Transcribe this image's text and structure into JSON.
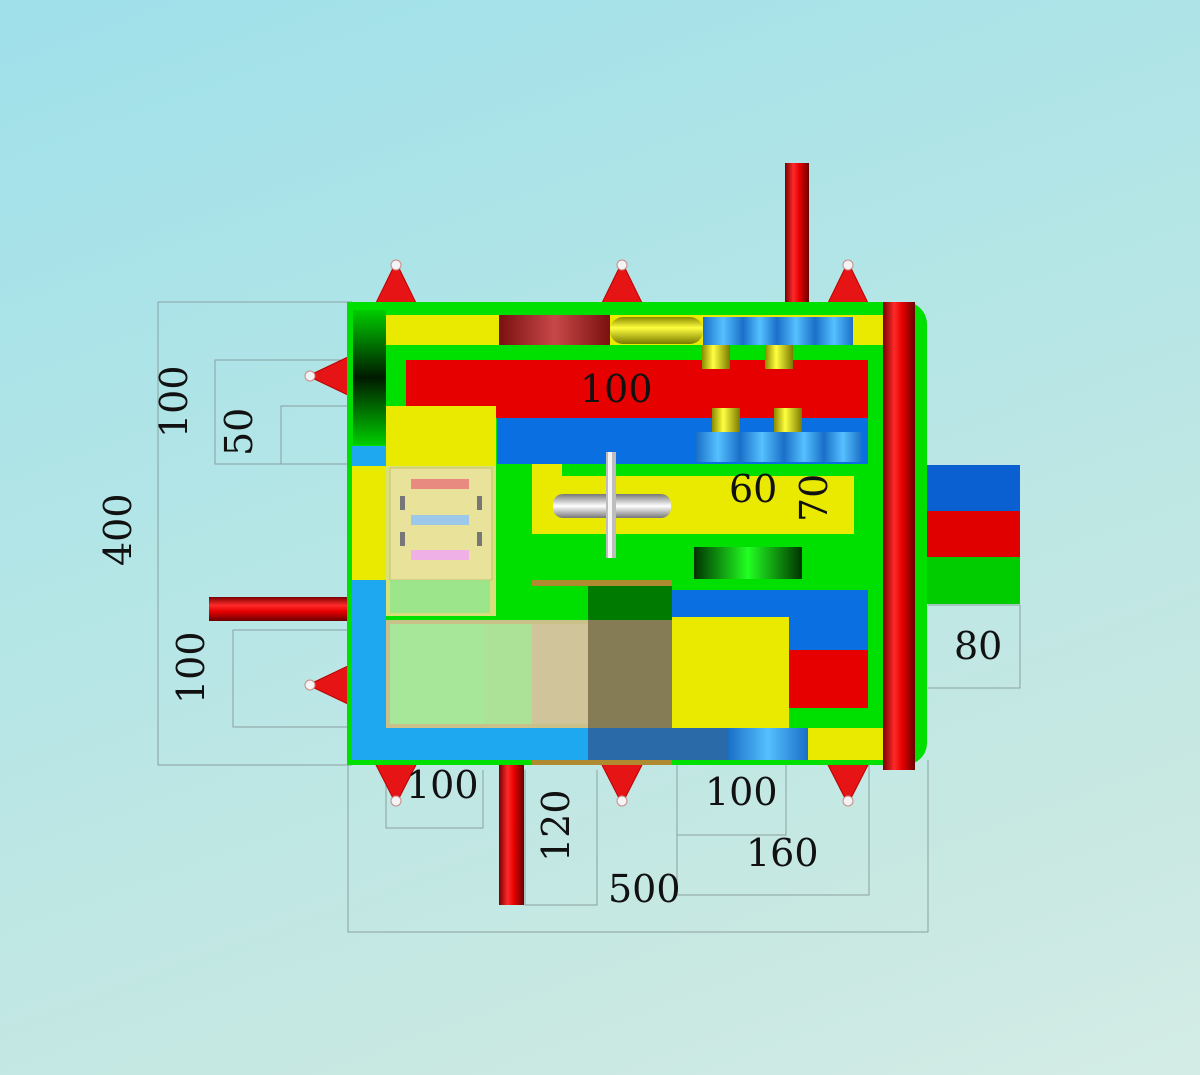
{
  "colors": {
    "frame_green": "#00e000",
    "red": "#e60000",
    "yellow": "#eaea00",
    "blue": "#0a6fe0",
    "light_blue": "#1ea8f0",
    "dark_green": "#007a00",
    "maroon": "#b03030"
  },
  "dimensions": {
    "overall_width": "500",
    "overall_depth": "400",
    "left_top_depth": "100",
    "left_top_inner": "50",
    "left_bottom": "100",
    "inner_red_bar": "100",
    "inner_60": "60",
    "inner_70": "70",
    "right_exit": "80",
    "bottom_left": "100",
    "bottom_entry": "120",
    "bottom_mid": "100",
    "bottom_right": "160"
  }
}
